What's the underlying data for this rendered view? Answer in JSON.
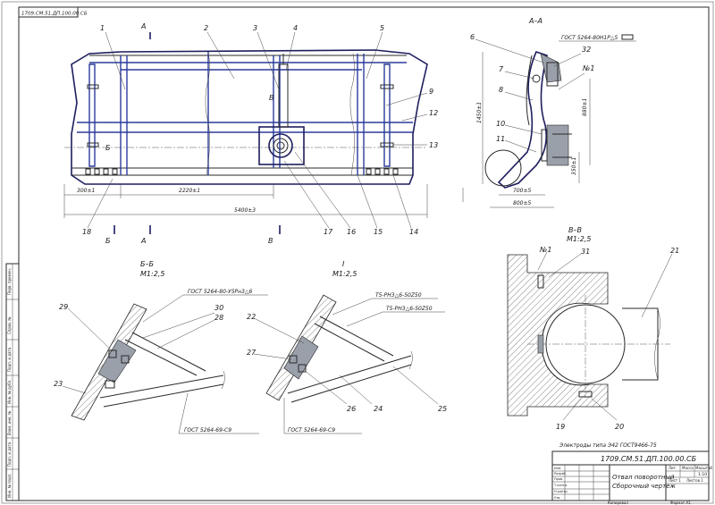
{
  "top_stamp": "1709.СМ.51.ДП.100.00.СБ",
  "left_strip": [
    "Перв. примен.",
    "Справ. №",
    "Подп. и дата",
    "Инв. № дубл.",
    "Взам. инв. №",
    "Подп. и дата",
    "Инв. № подл."
  ],
  "main_view": {
    "section_A_top": "А",
    "section_A_bottom": "А",
    "section_B_left": "Б",
    "section_V_mid": "В",
    "section_V_bottom": "В",
    "dim_300": "300±1",
    "dim_2220": "2220±1",
    "dim_5400": "5400±3",
    "callouts": [
      "1",
      "2",
      "3",
      "4",
      "5",
      "9",
      "12",
      "13",
      "14",
      "15",
      "16",
      "17",
      "18"
    ]
  },
  "view_AA": {
    "title": "А–А",
    "weld_note": "ГОСТ 5264-80Н1Р△5",
    "callouts": [
      "6",
      "7",
      "8",
      "10",
      "11",
      "32"
    ],
    "mark": "№1",
    "dim_1450": "1450±1",
    "dim_880": "880±1",
    "dim_350": "350±1",
    "dim_700": "700±5",
    "dim_800": "800±5"
  },
  "view_BB": {
    "title": "Б–Б",
    "scale": "М1:2,5",
    "weld_top": "ГОСТ 5264-80-У5Рн3△6",
    "weld_bottom": "ГОСТ 5264-69-С9",
    "callouts": [
      "29",
      "30",
      "28",
      "23"
    ]
  },
  "view_I": {
    "title": "I",
    "scale": "М1:2,5",
    "weld_1": "Т5-РН3△6-50Z50",
    "weld_2": "Т5-РН3△6-50Z50",
    "weld_bottom": "ГОСТ 5264-69-С9",
    "callouts": [
      "22",
      "27",
      "26",
      "24",
      "25"
    ]
  },
  "view_VV": {
    "title": "В–В",
    "scale": "М1:2,5",
    "mark": "№1",
    "callouts": [
      "31",
      "21",
      "19",
      "20"
    ]
  },
  "electrode_note": "Электроды типа Э42 ГОСТ9466-75",
  "title_block": {
    "designation": "1709.СМ.51.ДП.100.00.СБ",
    "name_line1": "Отвал поворотный",
    "name_line2": "Сборочный чертеж",
    "headers": [
      "Лит.",
      "Масса",
      "Масштаб"
    ],
    "scale_value": "1:10",
    "sheet": "Лист 1",
    "sheets": "Листов 1",
    "rows": [
      "Изм.",
      "Разраб.",
      "Пров.",
      "Т.контр.",
      "Н.контр.",
      "Утв."
    ],
    "copy": "Копировал",
    "format": "Формат А1"
  },
  "colors": {
    "line": "#2a2a2a",
    "blue": "#2b3b9c",
    "fill": "#9aa0aa"
  }
}
